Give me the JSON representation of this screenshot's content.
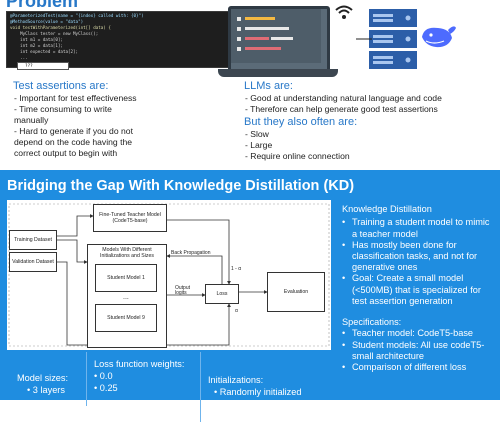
{
  "problem": {
    "title": "Problem",
    "code_lines": [
      {
        "text": "@ParameterizedTest(name = \"{index} called with: {0}\")",
        "color": "#9cdcfe"
      },
      {
        "text": "@MethodSource(value = \"data\")",
        "color": "#9cdcfe"
      },
      {
        "text": "void testWithParameterized(int[] data) {",
        "color": "#dcdcaa"
      },
      {
        "text": "    MyClass tester = new MyClass();",
        "color": "#d4d4d4"
      },
      {
        "text": "    int m1 = data[0];",
        "color": "#d4d4d4"
      },
      {
        "text": "    int m2 = data[1];",
        "color": "#d4d4d4"
      },
      {
        "text": "    int expected = data[2];",
        "color": "#d4d4d4"
      },
      {
        "text": "    ...",
        "color": "#d4d4d4"
      }
    ],
    "code_highlight": "  ??? ",
    "test_assertions_heading": "Test assertions are:",
    "test_assertions": [
      " - Important for test effectiveness",
      " - Time consuming to write",
      "manually",
      " - Hard to generate if you do not",
      "depend on the code having the",
      "correct output to begin with"
    ],
    "llms_heading": "LLMs are:",
    "llms": [
      " - Good at understanding natural language and code",
      " - Therefore can help generate good test assertions"
    ],
    "but_heading": "But they also often are:",
    "but_items": [
      " - Slow",
      " - Large",
      " - Require online connection"
    ]
  },
  "kd": {
    "title": "Bridging the Gap With Knowledge Distillation (KD)",
    "diagram": {
      "training_dataset": "Training Dataset",
      "validation_dataset": "Validation Dataset",
      "teacher": "Fine-Tuned Teacher Model (CodeT5-base)",
      "students_group": "Models With Different Initializations and Sizes",
      "student1": "Student Model 1",
      "dots": "...",
      "student9": "Student Model 9",
      "back_propagation": "Back Propagation",
      "output_logits": "Output logits",
      "loss": "Loss",
      "evaluation": "Evaluation",
      "one_minus_alpha": "1 - α",
      "alpha": "α"
    },
    "right_heading": "Knowledge Distillation",
    "right_bullets": [
      "Training a student model to mimic a teacher model",
      "Has mostly been done for classification tasks, and not for generative ones",
      "Goal: Create a small model (<500MB) that is specialized for test assertion generation"
    ],
    "spec_heading": "Specifications:",
    "spec_bullets": [
      "Teacher model: CodeT5-base",
      "Student models: All use codeT5-small architecture",
      "Comparison of different loss"
    ]
  },
  "bottom": {
    "model_sizes_heading": "Model sizes:",
    "model_sizes": [
      "3 layers"
    ],
    "loss_weights_heading": "Loss function weights:",
    "loss_weights": [
      "0.0",
      "0.25"
    ],
    "init_heading": "Initializations:",
    "init_items": [
      "Randomly initialized"
    ]
  },
  "icons": [
    "wifi-icon",
    "server-icon",
    "deepseek-whale-icon",
    "laptop-icon"
  ],
  "colors": {
    "accent": "#2878c8",
    "blue_band": "#1f8de0"
  }
}
